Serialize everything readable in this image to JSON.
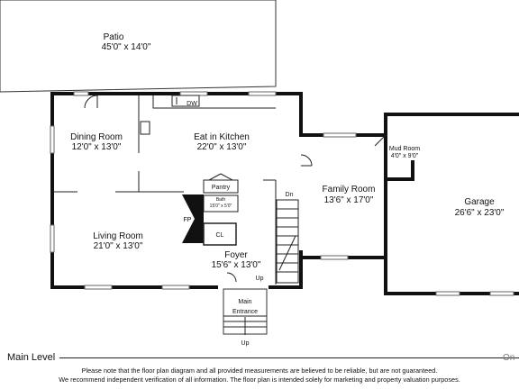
{
  "rooms": {
    "patio": {
      "name": "Patio",
      "dims": "45'0\" x 14'0\""
    },
    "dining": {
      "name": "Dining Room",
      "dims": "12'0\" x 13'0\""
    },
    "kitchen": {
      "name": "Eat in Kitchen",
      "dims": "22'0\" x 13'0\""
    },
    "living": {
      "name": "Living Room",
      "dims": "21'0\" x 13'0\""
    },
    "family": {
      "name": "Family Room",
      "dims": "13'6\" x 17'0\""
    },
    "garage": {
      "name": "Garage",
      "dims": "26'6\" x 23'0\""
    },
    "mud": {
      "name": "Mud Room",
      "dims": "4'0\" x 9'0\""
    },
    "foyer": {
      "name": "Foyer",
      "dims": "15'6\" x 13'0\""
    },
    "bath": {
      "name": "Bath",
      "dims": "15'0\" x 5'0\""
    },
    "entrance": {
      "line1": "Main",
      "line2": "Entrance"
    }
  },
  "labels": {
    "pantry": "Pantry",
    "dw": "DW",
    "fp": "FP",
    "cl": "CL",
    "dn": "Dn",
    "up_stair": "Up",
    "up_entrance": "Up"
  },
  "footer": {
    "level": "Main Level",
    "disclaimer_line1": "Please note that the floor plan diagram and all provided measurements are believed to be reliable, but are not guaranteed.",
    "disclaimer_line2": "We recommend independent verification of all information. The floor plan is intended solely for marketing and property valuation purposes.",
    "brand": "On"
  }
}
